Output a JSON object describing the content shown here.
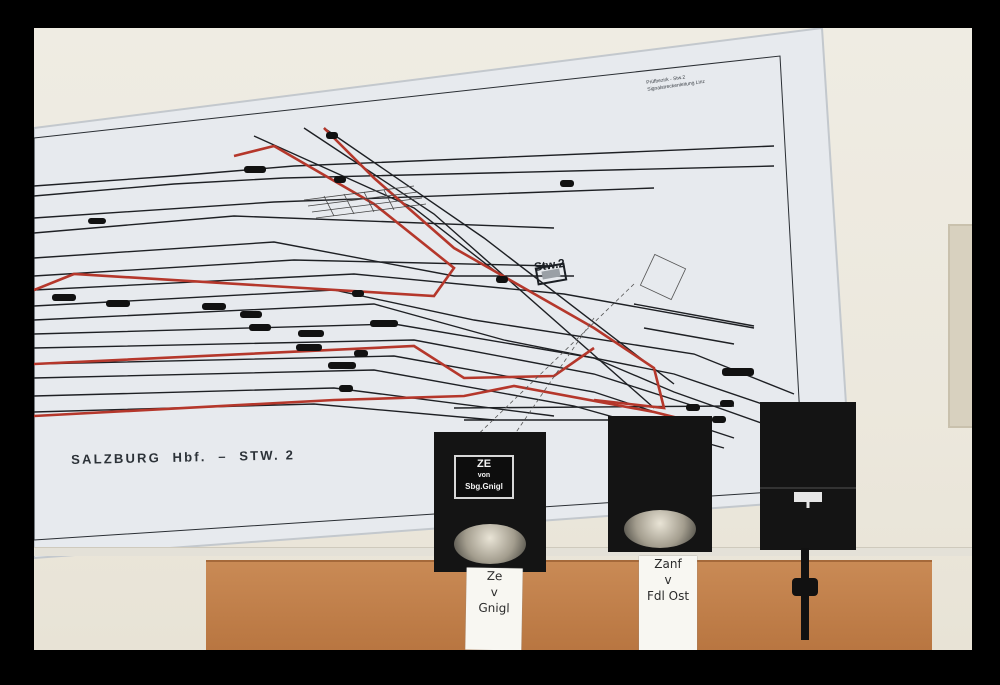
{
  "diagram": {
    "title": "SALZBURG  Hbf.  –  STW. 2",
    "interlocking_label": "Stw.2",
    "header_lines": [
      "Prüfbezirk - Stw.2",
      "Signalstreckenleitung  Linz"
    ],
    "direction_label": "Linz"
  },
  "signals": [
    {
      "plate_lines": [
        "ZE",
        "von",
        "Sbg.Gnigl"
      ],
      "tag_lines": [
        "Ze",
        "v",
        "Gnigl"
      ]
    },
    {
      "plate_lines": [],
      "tag_lines": [
        "Zanf",
        "v",
        "Fdl Ost"
      ]
    },
    {
      "plate_lines": [],
      "tag_lines": []
    }
  ],
  "colors": {
    "route_red": "#b5372b",
    "track": "#1e2024",
    "board": "#e7eaee",
    "shelf": "#c38651"
  }
}
